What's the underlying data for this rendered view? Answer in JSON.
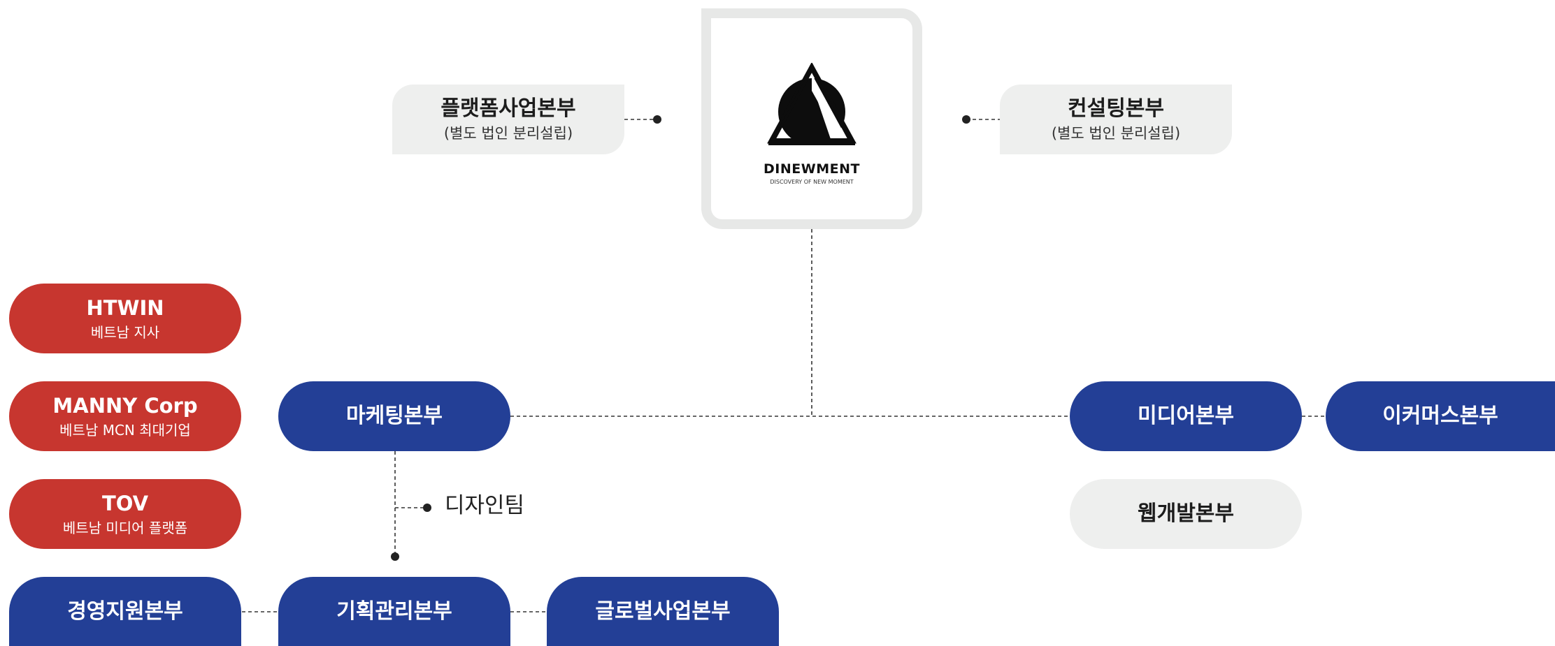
{
  "logo": {
    "name": "DINEWMENT",
    "tagline": "DISCOVERY OF NEW MOMENT"
  },
  "top_left": {
    "title": "플랫폼사업본부",
    "subtitle": "(별도 법인 분리설립)"
  },
  "top_right": {
    "title": "컨설팅본부",
    "subtitle": "(별도 법인 분리설립)"
  },
  "subsidiaries": [
    {
      "title": "HTWIN",
      "subtitle": "베트남 지사"
    },
    {
      "title": "MANNY Corp",
      "subtitle": "베트남 MCN 최대기업"
    },
    {
      "title": "TOV",
      "subtitle": "베트남 미디어 플랫폼"
    }
  ],
  "divisions": {
    "marketing": "마케팅본부",
    "media": "미디어본부",
    "ecommerce": "이커머스본부",
    "webdev": "웹개발본부",
    "management": "경영지원본부",
    "planning": "기획관리본부",
    "global": "글로벌사업본부"
  },
  "design_team": "디자인팀",
  "colors": {
    "red": "#c7362f",
    "blue": "#233f96",
    "grey": "#eeefee",
    "line": "#333333"
  }
}
